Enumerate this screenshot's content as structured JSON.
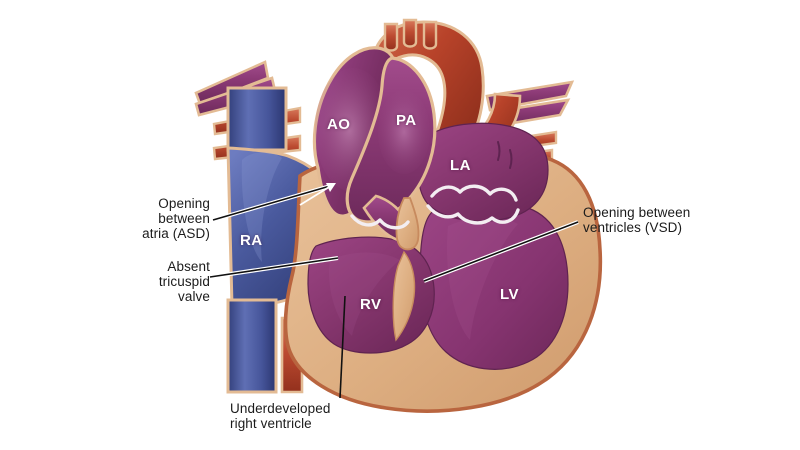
{
  "figure": {
    "subject": "Tricuspid atresia congenital heart defect cross-section",
    "background_color": "#ffffff"
  },
  "palette": {
    "myocardium_tan": "#dcaa7d",
    "myocardium_outline": "#b9653f",
    "chamber_purple": "#8b3a72",
    "chamber_purple_dark": "#6e2a5c",
    "vessel_purple": "#8e3a78",
    "right_atrium_blue": "#4a5a9e",
    "right_atrium_blue_dark": "#2f3c76",
    "aorta_red": "#b8432a",
    "vessel_red": "#c14a31",
    "valve_white": "#f3eef2",
    "leader_line_black": "#111111",
    "leader_line_white": "#ffffff",
    "label_text": "#1b1b1b",
    "chamber_label_text": "#ffffff"
  },
  "chamber_labels": [
    {
      "id": "ao",
      "text": "AO",
      "name": "aorta"
    },
    {
      "id": "pa",
      "text": "PA",
      "name": "pulmonary-artery"
    },
    {
      "id": "la",
      "text": "LA",
      "name": "left-atrium"
    },
    {
      "id": "ra",
      "text": "RA",
      "name": "right-atrium"
    },
    {
      "id": "rv",
      "text": "RV",
      "name": "right-ventricle"
    },
    {
      "id": "lv",
      "text": "LV",
      "name": "left-ventricle"
    }
  ],
  "callouts": [
    {
      "id": "asd",
      "text": "Opening\nbetween\natria (ASD)",
      "align": "right",
      "lines": 3
    },
    {
      "id": "absent_tricuspid",
      "text": "Absent\ntricuspid\nvalve",
      "align": "right",
      "lines": 3
    },
    {
      "id": "vsd",
      "text": "Opening between\nventricles (VSD)",
      "align": "left",
      "lines": 2
    },
    {
      "id": "underdeveloped_rv",
      "text": "Underdeveloped\nright ventricle",
      "align": "left",
      "lines": 2
    }
  ]
}
